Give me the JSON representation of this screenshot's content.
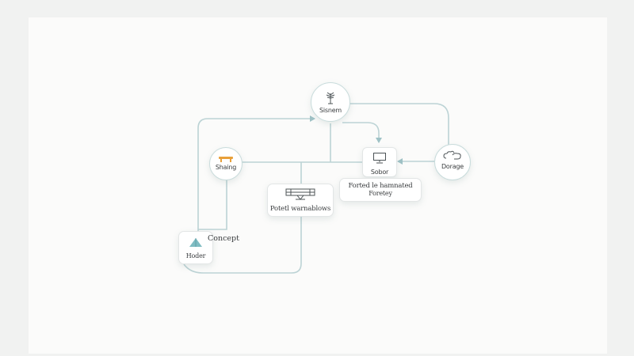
{
  "diagram": {
    "nodes": {
      "system": {
        "label": "Sisnem",
        "icon": "tree-icon"
      },
      "sharing": {
        "label": "Shaing",
        "icon": "bench-icon"
      },
      "sobor": {
        "label": "Sobor",
        "icon": "monitor-icon"
      },
      "dorage": {
        "label": "Dorage",
        "icon": "cloud-chat-icon"
      },
      "potential": {
        "label": "Potetl warnablows",
        "icon": "frame-icon"
      },
      "forted": {
        "label_line1": "Forted le hamnated",
        "label_line2": "Foretey"
      },
      "concept": {
        "label": "Concept"
      },
      "hoder": {
        "label": "Hoder",
        "icon": "pyramid-icon"
      }
    },
    "colors": {
      "connector": "#bcd3d5",
      "node_border": "#c9dcdc",
      "accent_orange": "#e8a03a",
      "icon_teal": "#7fbcc2",
      "text": "#3a3d3f"
    }
  }
}
